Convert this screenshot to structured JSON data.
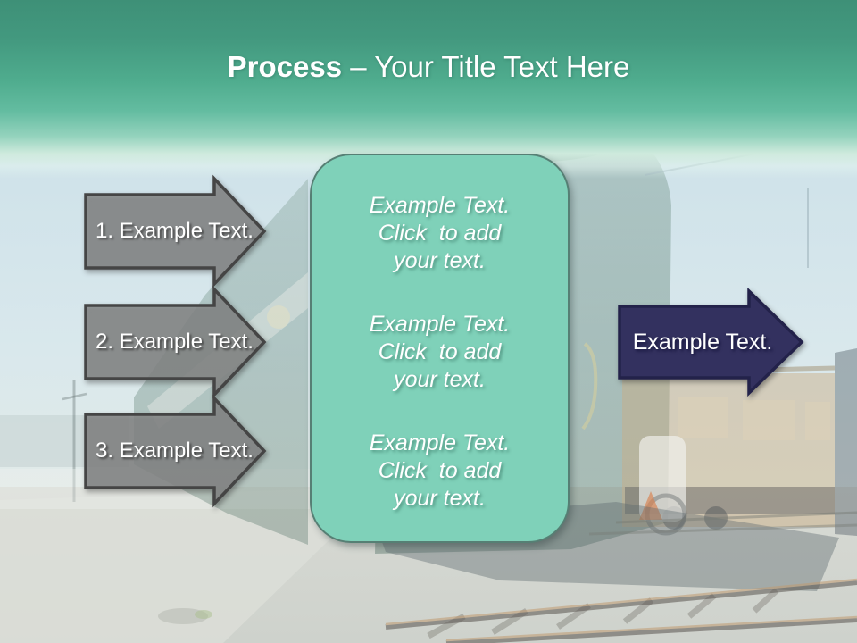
{
  "slide": {
    "title": {
      "bold": "Process",
      "regular": " – Your Title Text Here"
    },
    "steps": [
      {
        "label": "1. Example Text."
      },
      {
        "label": "2. Example Text."
      },
      {
        "label": "3. Example Text."
      }
    ],
    "panel_blocks": [
      "Example Text.\nClick  to add\nyour text.",
      "Example Text.\nClick  to add\nyour text.",
      "Example Text.\nClick  to add\nyour text."
    ],
    "result": {
      "label": "Example Text."
    },
    "colors": {
      "header_green": "#3E9077",
      "panel_teal": "#7FD1B9",
      "panel_border": "#567F74",
      "step_gray": "#9B9D9C",
      "step_border": "#454545",
      "result_navy": "#33315F",
      "result_border": "#23224A"
    }
  }
}
